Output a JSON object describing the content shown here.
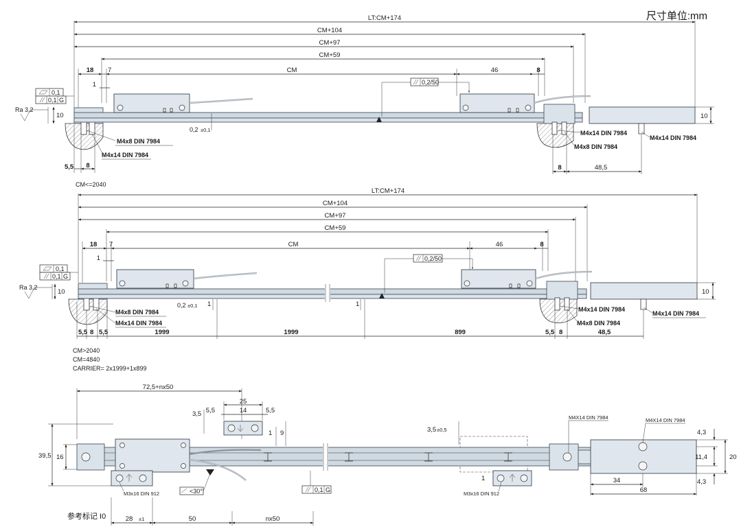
{
  "unit_label": "尺寸单位:mm",
  "view1": {
    "overall": "LT:CM+174",
    "cm104": "CM+104",
    "cm97": "CM+97",
    "cm59": "CM+59",
    "cm": "CM",
    "d18": "18",
    "d7": "7",
    "d46": "46",
    "d8r": "8",
    "d1": "1",
    "d10": "10",
    "d10r": "10",
    "ra": "Ra 3,2",
    "tol_flat": "0,1",
    "tol_par": "0,1",
    "tol_ref": "G",
    "par_rail": "0,2/50",
    "gap": "0,2",
    "gap_tol": "±0,1",
    "m4x8": "M4x8 DIN 7984",
    "m4x14": "M4x14 DIN 7984",
    "m4x14_r": "M4x14 DIN 7984",
    "m4x14_rr": "M4x14 DIN 7984",
    "m4x8_r": "M4x8 DIN 7984",
    "d55": "5,5",
    "d8": "8",
    "d8b": "8",
    "d485": "48,5",
    "note": "CM<=2040"
  },
  "view2": {
    "overall": "LT:CM+174",
    "cm104": "CM+104",
    "cm97": "CM+97",
    "cm59": "CM+59",
    "cm": "CM",
    "d18": "18",
    "d7": "7",
    "d46": "46",
    "d8r": "8",
    "d1": "1",
    "d1b": "1",
    "d1c": "1",
    "d10": "10",
    "d10r": "10",
    "ra": "Ra 3,2",
    "tol_flat": "0,1",
    "tol_par": "0,1",
    "tol_ref": "G",
    "par_rail": "0,2/50",
    "gap": "0,2",
    "gap_tol": "±0,1",
    "m4x8": "M4x8 DIN 7984",
    "m4x14": "M4x14 DIN 7984",
    "m4x14_r": "M4x14 DIN 7984",
    "m4x14_rr": "M4x14 DIN 7984",
    "m4x8_r": "M4x8 DIN 7984",
    "d55a": "5,5",
    "d8a": "8",
    "d55b": "5,5",
    "seg1": "1999",
    "seg2": "1999",
    "seg3": "899",
    "d55c": "5,5",
    "d8c": "8",
    "d485": "48,5",
    "note1": "CM>2040",
    "note2": "CM=4840",
    "note3": "CARRIER= 2x1999+1x899"
  },
  "view3": {
    "d725": "72,5+nx50",
    "d25": "25",
    "d35a": "3,5",
    "d55a": "5,5",
    "d14": "14",
    "d55b": "5,5",
    "d1": "1",
    "d9": "9",
    "d35b": "3,5",
    "d35b_tol": "±0,5",
    "d395": "39,5",
    "d16": "16",
    "m4x14_a": "M4X14 DIN 7984",
    "m4x14_b": "M4X14 DIN 7984",
    "d43a": "4,3",
    "d114": "11,4",
    "d20": "20",
    "d43b": "4,3",
    "d34": "34",
    "d68": "68",
    "m3x16_a": "M3x16 DIN 912",
    "m3x16_b": "M3x16 DIN 912",
    "ang": "<30°",
    "d1b": "1",
    "par": "0,1",
    "par_ref": "G",
    "ref_mark": "参考标记 I0",
    "d28": "28",
    "d28_tol": "±1",
    "d50": "50",
    "dnx50": "nx50"
  }
}
